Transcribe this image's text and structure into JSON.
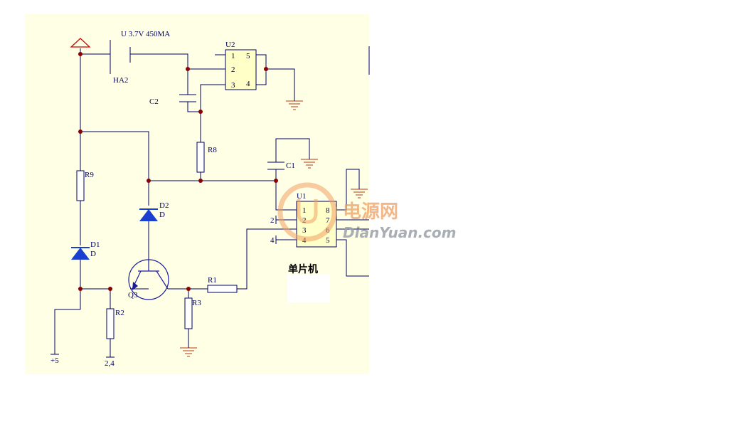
{
  "colors": {
    "background": "#ffffff",
    "panel": "#ffffe6",
    "wire": "#000066",
    "junction": "#8b0000",
    "diode": "#1a3fd0",
    "ground": "#b83a10",
    "chip_fill": "#ffffc8",
    "supply_arrow": "#cc0000",
    "watermark_cn": "#f0a060",
    "watermark_en": "#9aa0a8"
  },
  "labels": {
    "battery_spec": "U 3.7V 450MA",
    "battery_ref": "HA2",
    "u2": "U2",
    "c2": "C2",
    "r8": "R8",
    "c1": "C1",
    "r9": "R9",
    "d1": "D1",
    "d1_type": "D",
    "d2": "D2",
    "d2_type": "D",
    "q3": "Q3",
    "r1": "R1",
    "r2": "R2",
    "r3": "R3",
    "u1": "U1",
    "mcu_caption": "单片机",
    "supply_5v": "+5",
    "net_24": "2,4",
    "ext_pin_2": "2",
    "ext_pin_4": "4"
  },
  "u2_pins": {
    "p1": "1",
    "p2": "2",
    "p3": "3",
    "p4": "4",
    "p5": "5"
  },
  "u1_pins": {
    "p1": "1",
    "p2": "2",
    "p3": "3",
    "p4": "4",
    "p5": "5",
    "p6": "6",
    "p7": "7",
    "p8": "8"
  },
  "watermark": {
    "cn": "电源网",
    "en": "DianYuan.com"
  }
}
